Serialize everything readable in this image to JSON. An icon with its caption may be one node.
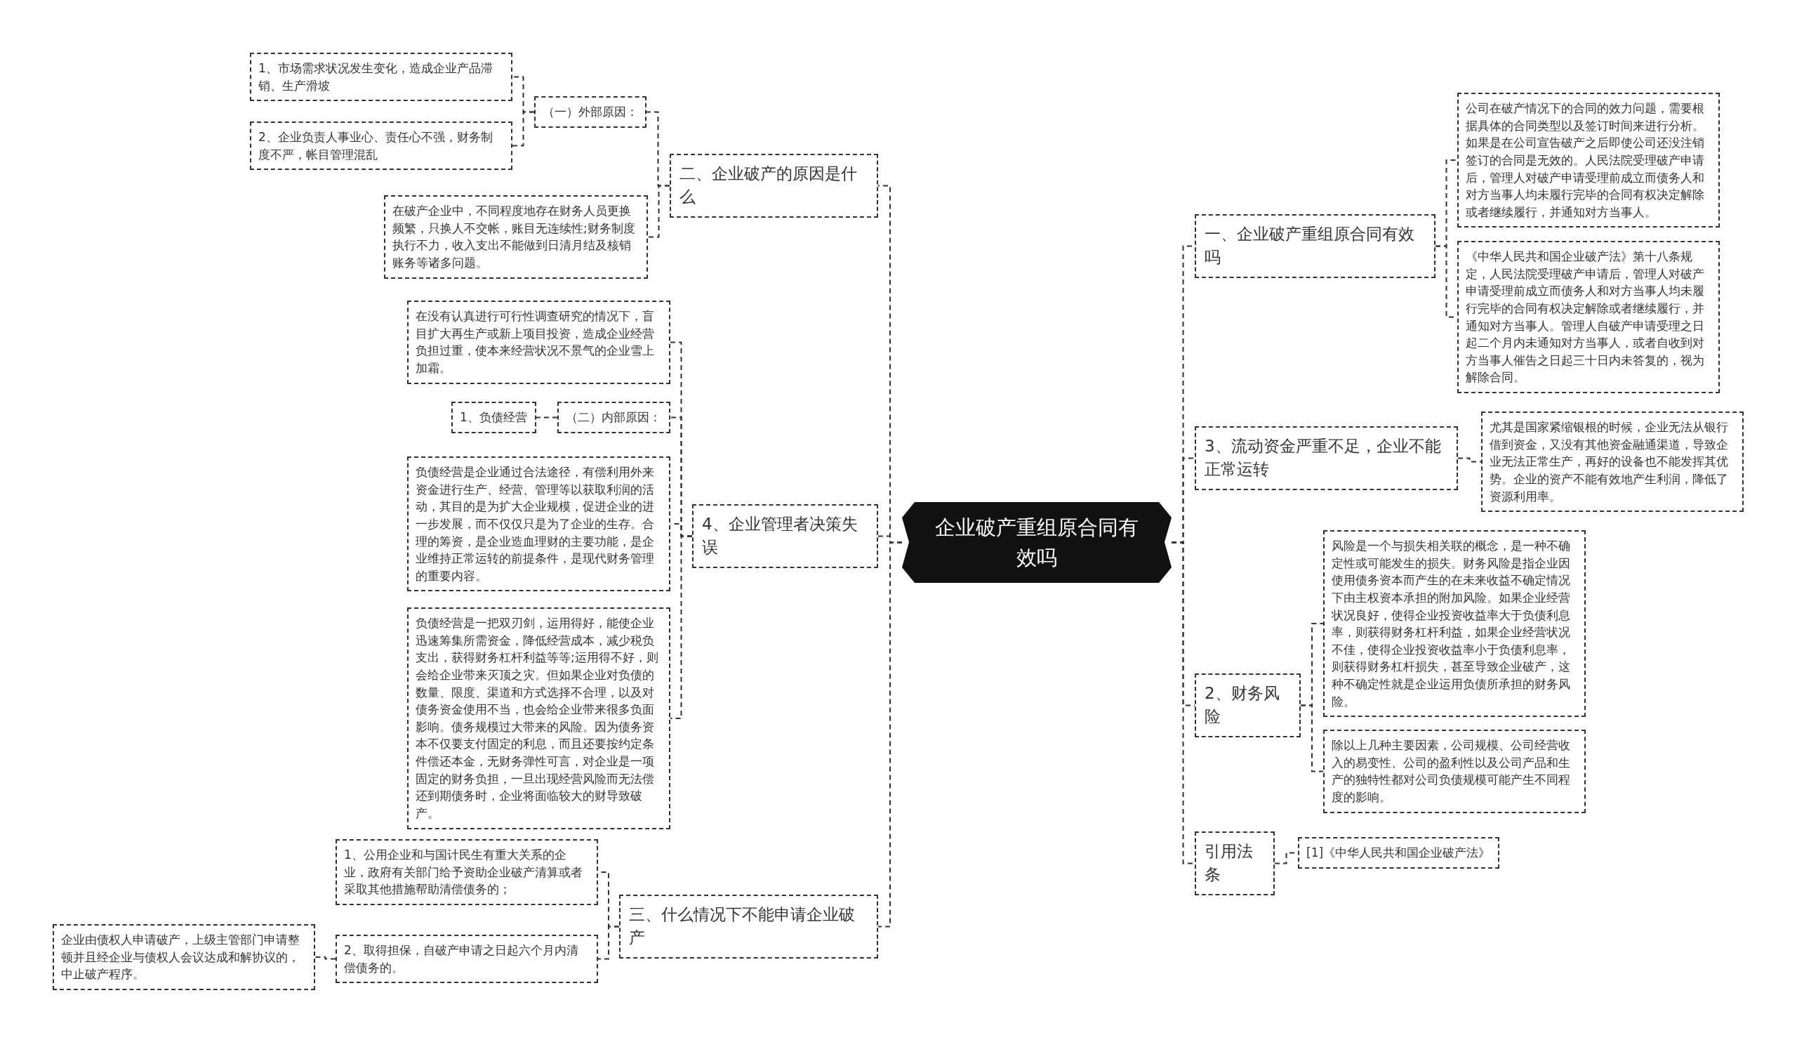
{
  "diagram": {
    "nodes": [
      {
        "text": [
          "企业破产重组原合同有效吗"
        ]
      },
      {
        "text": [
          "二、企业破产的原因是什么"
        ]
      },
      {
        "text": [
          "（一）外部原因："
        ]
      },
      {
        "text": [
          "1、市场需求状况发生变化，造成企业产品滞销、生产滑坡"
        ]
      },
      {
        "text": [
          "2、企业负责人事业心、责任心不强，财务制度不严，帐目管理混乱"
        ]
      },
      {
        "text": [
          "在破产企业中，不同程度地存在财务人员更换频繁，只换人不交帐，账目无连续性;财务制度执行不力，收入支出不能做到日清月结及核销账务等诸多问题。"
        ]
      },
      {
        "text": [
          "4、企业管理者决策失误"
        ]
      },
      {
        "text": [
          "在没有认真进行可行性调查研究的情况下，盲目扩大再生产或新上项目投资，造成企业经营负担过重，使本来经营状况不景气的企业雪上加霜。"
        ]
      },
      {
        "text": [
          "（二）内部原因："
        ]
      },
      {
        "text": [
          "1、负债经营"
        ]
      },
      {
        "text": [
          "负债经营是企业通过合法途径，有偿利用外来资金进行生产、经营、管理等以获取利润的活动，其目的是为扩大企业规模，促进企业的进一步发展，而不仅仅只是为了企业的生存。合理的筹资，是企业造血理财的主要功能，是企业维持正常运转的前提条件，是现代财务管理的重要内容。"
        ]
      },
      {
        "text": [
          "负债经营是一把双刃剑，运用得好，能使企业迅速筹集所需资金，降低经营成本，减少税负支出，获得财务杠杆利益等等;运用得不好，则会给企业带来灭顶之灾。但如果企业对负债的数量、限度、渠道和方式选择不合理，以及对债务资金使用不当，也会给企业带来很多负面影响。债务规模过大带来的风险。因为债务资本不仅要支付固定的利息，而且还要按约定条件偿还本金，无财务弹性可言，对企业是一项固定的财务负担，一旦出现经营风险而无法偿还到期债务时，企业将面临较大的财导致破产。"
        ]
      },
      {
        "text": [
          "三、什么情况下不能申请企业破产"
        ]
      },
      {
        "text": [
          "1、公用企业和与国计民生有重大关系的企业，政府有关部门给予资助企业破产清算或者采取其他措施帮助清偿债务的；"
        ]
      },
      {
        "text": [
          "2、取得担保，自破产申请之日起六个月内清偿债务的。"
        ]
      },
      {
        "text": [
          "企业由债权人申请破产，上级主管部门申请整顿并且经企业与债权人会议达成和解协议的，中止破产程序。"
        ]
      },
      {
        "text": [
          "一、企业破产重组原合同有效吗"
        ]
      },
      {
        "text": [
          "公司在破产情况下的合同的效力问题，需要根据具体的合同类型以及签订时间来进行分析。如果是在公司宣告破产之后即使公司还没注销签订的合同是无效的。人民法院受理破产申请后，管理人对破产申请受理前成立而债务人和对方当事人均未履行完毕的合同有权决定解除或者继续履行，并通知对方当事人。"
        ]
      },
      {
        "text": [
          "《中华人民共和国企业破产法》第十八条规定，人民法院受理破产申请后，管理人对破产申请受理前成立而债务人和对方当事人均未履行完毕的合同有权决定解除或者继续履行，并通知对方当事人。管理人自破产申请受理之日起二个月内未通知对方当事人，或者自收到对方当事人催告之日起三十日内未答复的，视为解除合同。"
        ]
      },
      {
        "text": [
          "3、流动资金严重不足，企业不能正常运转"
        ]
      },
      {
        "text": [
          "尤其是国家紧缩银根的时候，企业无法从银行借到资金，又没有其他资金融通渠道，导致企业无法正常生产，再好的设备也不能发挥其优势。企业的资产不能有效地产生利润，降低了资源利用率。"
        ]
      },
      {
        "text": [
          "2、财务风险"
        ]
      },
      {
        "text": [
          "风险是一个与损失相关联的概念，是一种不确定性或可能发生的损失。财务风险是指企业因使用债务资本而产生的在未来收益不确定情况下由主权资本承担的附加风险。如果企业经营状况良好，使得企业投资收益率大于负债利息率，则获得财务杠杆利益，如果企业经营状况不佳，使得企业投资收益率小于负债利息率，则获得财务杠杆损失，甚至导致企业破产，这种不确定性就是企业运用负债所承担的财务风险。"
        ]
      },
      {
        "text": [
          "除以上几种主要因素，公司规模、公司经营收入的易变性、公司的盈利性以及公司产品和生产的独特性都对公司负债规模可能产生不同程度的影响。"
        ]
      },
      {
        "text": [
          "引用法条"
        ]
      },
      {
        "text": [
          "[1]《中华人民共和国企业破产法》"
        ]
      }
    ],
    "edges": [
      {
        "from": 0,
        "to": 1,
        "arrow": "none"
      },
      {
        "from": 1,
        "to": 2,
        "arrow": "none"
      },
      {
        "from": 2,
        "to": 3,
        "arrow": "none"
      },
      {
        "from": 2,
        "to": 4,
        "arrow": "none"
      },
      {
        "from": 1,
        "to": 5,
        "arrow": "none"
      },
      {
        "from": 0,
        "to": 6,
        "arrow": "none"
      },
      {
        "from": 6,
        "to": 7,
        "arrow": "none"
      },
      {
        "from": 6,
        "to": 8,
        "arrow": "none"
      },
      {
        "from": 8,
        "to": 9,
        "arrow": "none"
      },
      {
        "from": 6,
        "to": 10,
        "arrow": "none"
      },
      {
        "from": 6,
        "to": 11,
        "arrow": "none"
      },
      {
        "from": 0,
        "to": 12,
        "arrow": "none"
      },
      {
        "from": 12,
        "to": 13,
        "arrow": "none"
      },
      {
        "from": 12,
        "to": 14,
        "arrow": "none"
      },
      {
        "from": 14,
        "to": 15,
        "arrow": "none"
      },
      {
        "from": 0,
        "to": 16,
        "arrow": "none"
      },
      {
        "from": 16,
        "to": 17,
        "arrow": "none"
      },
      {
        "from": 16,
        "to": 18,
        "arrow": "none"
      },
      {
        "from": 0,
        "to": 19,
        "arrow": "none"
      },
      {
        "from": 19,
        "to": 20,
        "arrow": "none"
      },
      {
        "from": 0,
        "to": 21,
        "arrow": "none"
      },
      {
        "from": 21,
        "to": 22,
        "arrow": "none"
      },
      {
        "from": 21,
        "to": 23,
        "arrow": "none"
      },
      {
        "from": 0,
        "to": 24,
        "arrow": "none"
      },
      {
        "from": 24,
        "to": 25,
        "arrow": "none"
      }
    ]
  }
}
